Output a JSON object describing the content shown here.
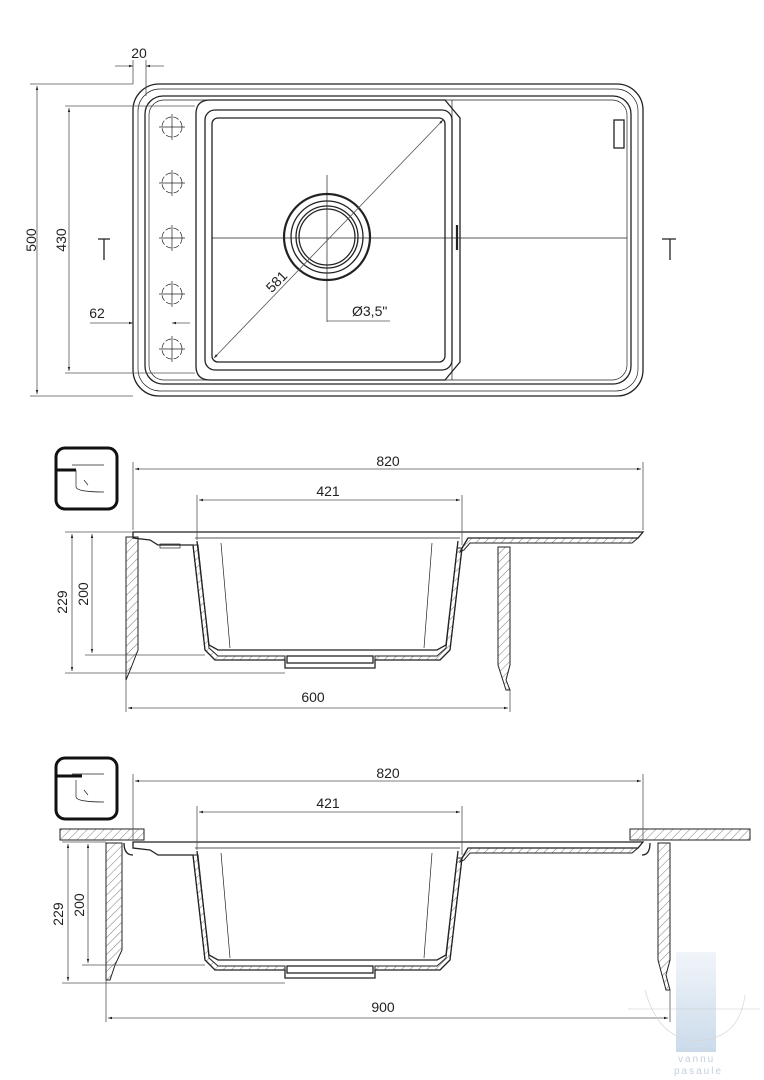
{
  "top_view": {
    "dim_width_rim": "20",
    "dim_total_depth": "500",
    "dim_bowl_depth": "430",
    "dim_tap_offset": "62",
    "dim_diagonal": "581",
    "dim_drain": "Ø3,5\""
  },
  "section_view_1": {
    "dim_total_length": "820",
    "dim_bowl_width": "421",
    "dim_total_height": "229",
    "dim_bowl_height": "200",
    "dim_cabinet": "600",
    "mount_icon": "inset-mount-icon"
  },
  "section_view_2": {
    "dim_total_length": "820",
    "dim_bowl_width": "421",
    "dim_total_height": "229",
    "dim_bowl_height": "200",
    "dim_cabinet": "900",
    "mount_icon": "flush-mount-icon"
  },
  "watermark": {
    "line1": "vannu",
    "line2": "pasaule"
  }
}
